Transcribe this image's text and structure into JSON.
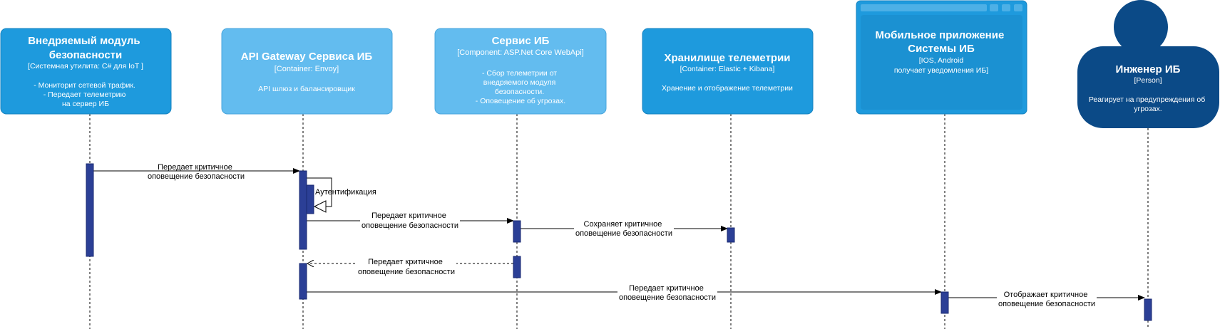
{
  "colors": {
    "system_blue": "#1E9ADD",
    "container_blue": "#63BCEF",
    "person_navy": "#0B4A87",
    "activation_fill": "#2B3F96",
    "line": "#000000"
  },
  "participants": [
    {
      "title_lines": [
        "Внедряемый модуль",
        "безопасности"
      ],
      "tech": "[Системная утилита: C# для IoT ]",
      "desc_lines": [
        "- Мониторит сетевой трафик.",
        "- Передает телеметрию",
        "на сервер ИБ"
      ]
    },
    {
      "title_lines": [
        "API Gateway Сервиса ИБ"
      ],
      "tech": "[Container: Envoy]",
      "desc_lines": [
        "API шлюз и балансировщик"
      ]
    },
    {
      "title_lines": [
        "Сервис ИБ"
      ],
      "tech": "[Component: ASP.Net Core WebApi]",
      "desc_lines": [
        "- Сбор телеметрии от",
        "внедряемого модуля",
        "безопасности.",
        "- Оповещение об угрозах."
      ]
    },
    {
      "title_lines": [
        "Хранилище телеметрии"
      ],
      "tech": "[Container: Elastic + Kibana]",
      "desc_lines": [
        "Хранение и отображение телеметрии"
      ]
    },
    {
      "title_lines": [
        "Мобильное приложение",
        "Системы ИБ"
      ],
      "tech": "[IOS, Android",
      "desc_lines": [
        "получает уведомления ИБ]"
      ]
    },
    {
      "title_lines": [
        "Инженер ИБ"
      ],
      "tech": "[Person]",
      "desc_lines": [
        "Реагирует на предупреждения об",
        "угрозах."
      ]
    }
  ],
  "messages": [
    {
      "lines": [
        "Передает критичное",
        "оповещение безопасности"
      ]
    },
    {
      "lines": [
        "Аутентификация"
      ]
    },
    {
      "lines": [
        "Передает критичное",
        "оповещение безопасности"
      ]
    },
    {
      "lines": [
        "Сохраняет критичное",
        "оповещение безопасности"
      ]
    },
    {
      "lines": [
        "Передает критичное",
        "оповещение безопасности"
      ]
    },
    {
      "lines": [
        "Передает критичное",
        "оповещение безопасности"
      ]
    },
    {
      "lines": [
        "Отображает критичное",
        "оповещение безопасности"
      ]
    }
  ]
}
